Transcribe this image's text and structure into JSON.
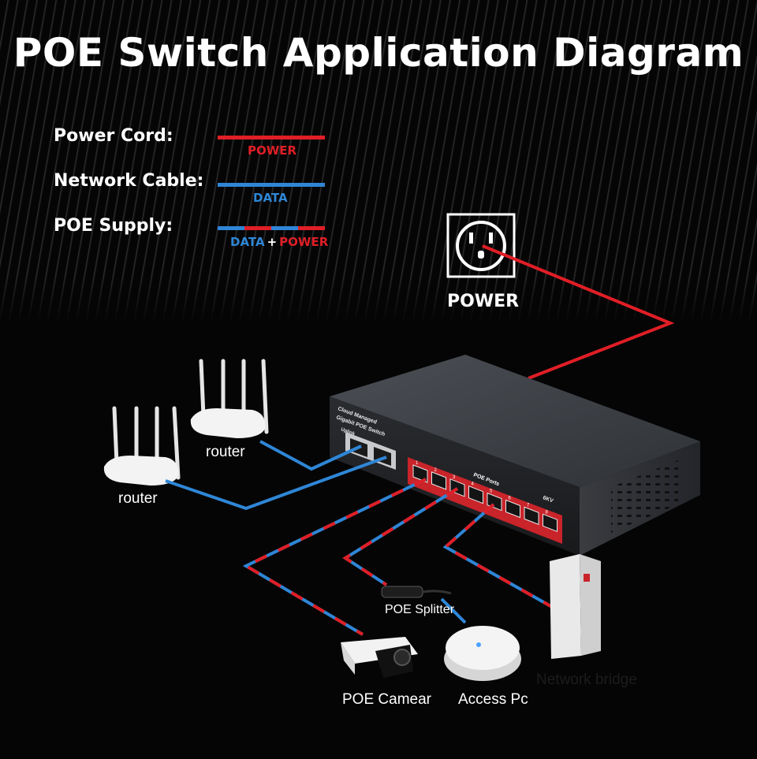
{
  "title": "POE Switch Application Diagram",
  "legend": {
    "power_cord": {
      "label": "Power Cord:",
      "tag": "POWER",
      "color": "#e01e26"
    },
    "network_cable": {
      "label": "Network Cable:",
      "tag": "DATA",
      "color": "#2f86d6"
    },
    "poe_supply": {
      "label": "POE Supply:",
      "tag_data": "DATA",
      "tag_plus": "+",
      "tag_power": "POWER"
    }
  },
  "power_outlet": {
    "label": "POWER"
  },
  "switch": {
    "brand_line1": "Cloud Managed",
    "brand_line2": "Gigabit POE Switch",
    "uplink_label": "Uplink",
    "ports_label": "POE Ports",
    "surge_label": "6KV",
    "port_numbers": [
      "1",
      "2",
      "3",
      "4",
      "5",
      "6",
      "7",
      "8"
    ]
  },
  "devices": {
    "router_1": "router",
    "router_2": "router",
    "poe_splitter": "POE Splitter",
    "poe_camera": "POE Camear",
    "access_point": "Access Pc",
    "bridge": "Network bridge"
  },
  "colors": {
    "power": "#e01e26",
    "data": "#2f86d6",
    "switch_body": "#3a3d42",
    "port_panel": "#c8242a"
  }
}
